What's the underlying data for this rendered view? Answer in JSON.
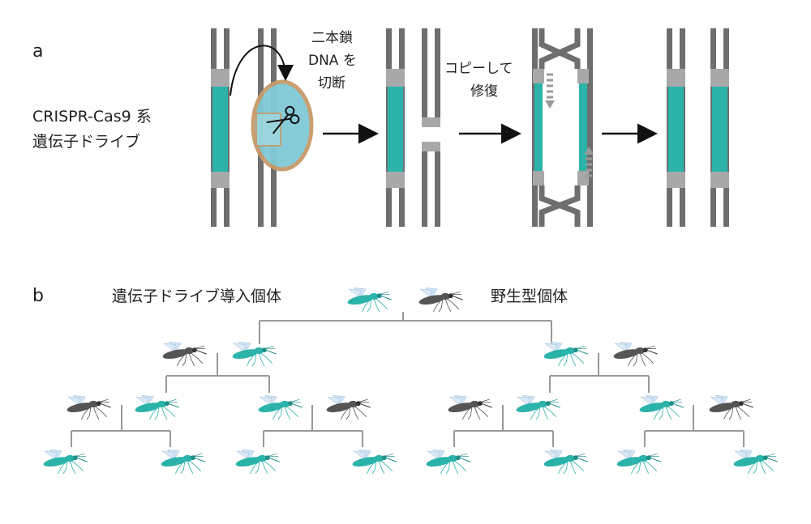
{
  "panel_a": {
    "letter": "a",
    "system_label_line1": "CRISPR-Cas9 系",
    "system_label_line2": "遺伝子ドライブ",
    "step1_line1": "二本鎖",
    "step1_line2": "DNA を",
    "step1_line3": "切断",
    "step2_line1": "コピーして",
    "step2_line2": "修復"
  },
  "panel_b": {
    "letter": "b",
    "drive_label": "遺伝子ドライブ導入個体",
    "wild_label": "野生型個体"
  },
  "colors": {
    "gene_drive": "#2bb3aa",
    "wild_type": "#555555",
    "dna_strand": "#6e6e6e",
    "cas9_fill": "#7fcad6",
    "cas9_ring": "#c79a6a"
  }
}
